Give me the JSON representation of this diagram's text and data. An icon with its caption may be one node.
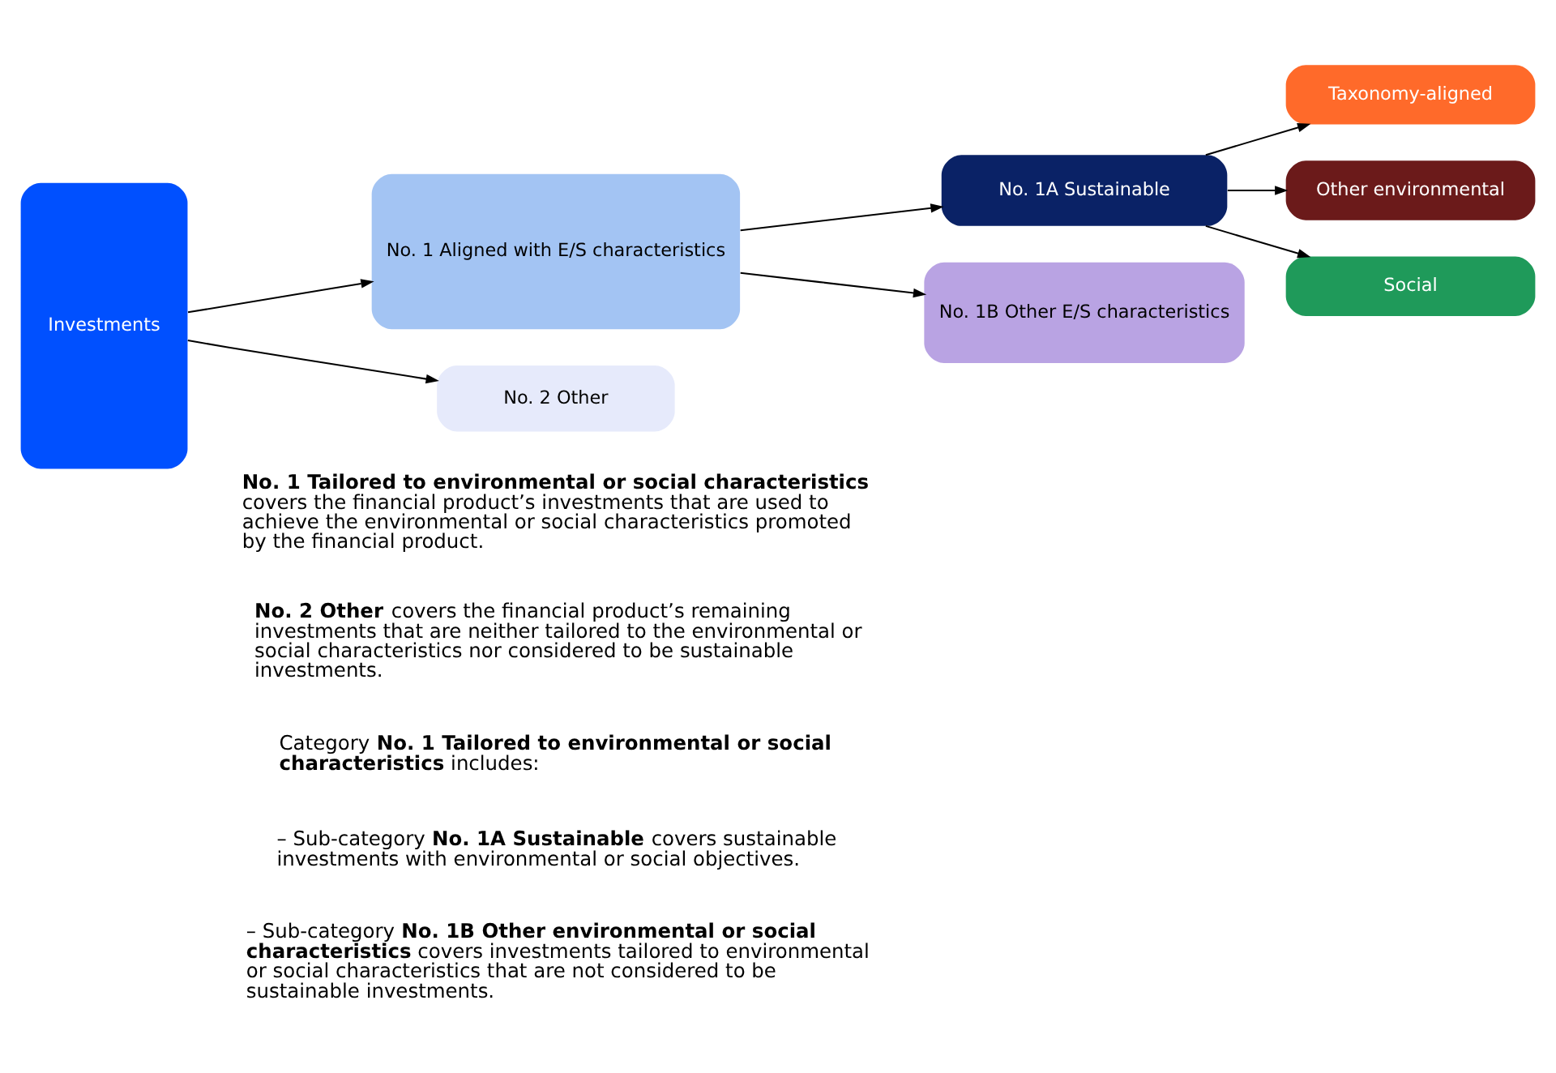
{
  "diagram": {
    "nodes": [
      {
        "text": [
          "Investments"
        ]
      },
      {
        "text": [
          "No. 1 Aligned with E/S characteristics"
        ]
      },
      {
        "text": [
          "No. 2 Other"
        ]
      },
      {
        "text": [
          "No. 1A Sustainable"
        ]
      },
      {
        "text": [
          "No. 1B Other E/S characteristics"
        ]
      },
      {
        "text": [
          "Taxonomy-aligned"
        ]
      },
      {
        "text": [
          "Other environmental"
        ]
      },
      {
        "text": [
          "Social"
        ]
      }
    ],
    "edges": [
      {
        "from": 0,
        "to": 1,
        "arrow": "to"
      },
      {
        "from": 0,
        "to": 2,
        "arrow": "to"
      },
      {
        "from": 1,
        "to": 3,
        "arrow": "to"
      },
      {
        "from": 1,
        "to": 4,
        "arrow": "to"
      },
      {
        "from": 3,
        "to": 5,
        "arrow": "to"
      },
      {
        "from": 3,
        "to": 6,
        "arrow": "to"
      },
      {
        "from": 3,
        "to": 7,
        "arrow": "to"
      }
    ],
    "labels": [
      "**No. 1 Tailored to environmental or social characteristics** covers the financial product’s investments that are used to achieve the environmental or social characteristics promoted by the financial product.",
      "**No. 2 Other** covers the financial product’s remaining investments that are neither tailored to the environmental or social characteristics nor considered to be sustainable investments.",
      "Category **No. 1 Tailored to environmental or social characteristics** includes:",
      "– Sub-category **No. 1A Sustainable** covers sustainable investments with environmental or social objectives.",
      "– Sub-category **No. 1B Other environmental or social characteristics** covers investments tailored to environmental or social characteristics that are not considered to be sustainable investments."
    ]
  }
}
